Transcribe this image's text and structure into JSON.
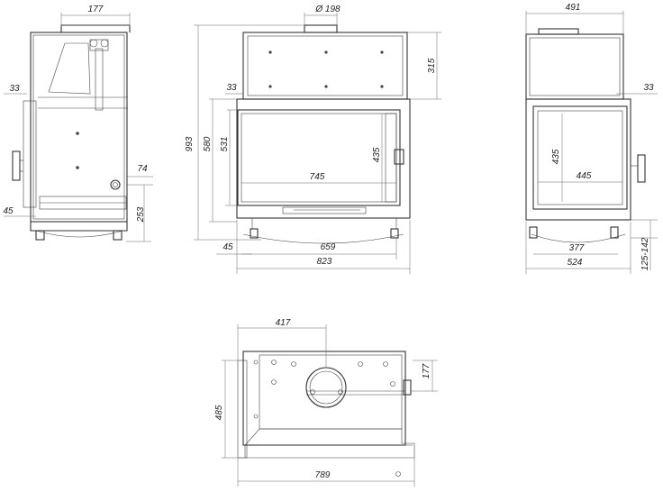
{
  "side_view": {
    "dims": {
      "top_width": "177",
      "left_offset": "33",
      "pipe_dist": "74",
      "bottom_offset": "45",
      "base_height": "253"
    }
  },
  "front_view": {
    "dims": {
      "flue_dia": "Ø 198",
      "top_height": "315",
      "left_offset": "33",
      "total_height": "993",
      "opening_height": "580",
      "frame_height": "531",
      "glass_height": "435",
      "glass_width": "745",
      "left_margin": "45",
      "leg_span": "659",
      "total_width": "823"
    }
  },
  "right_view": {
    "dims": {
      "top_width": "491",
      "right_offset": "33",
      "glass_height": "435",
      "glass_width": "445",
      "leg_span": "377",
      "total_width": "524",
      "leg_height": "125-142"
    }
  },
  "top_view": {
    "dims": {
      "flue_pos": "417",
      "flue_offset": "177",
      "depth": "485",
      "total_width": "789"
    }
  }
}
